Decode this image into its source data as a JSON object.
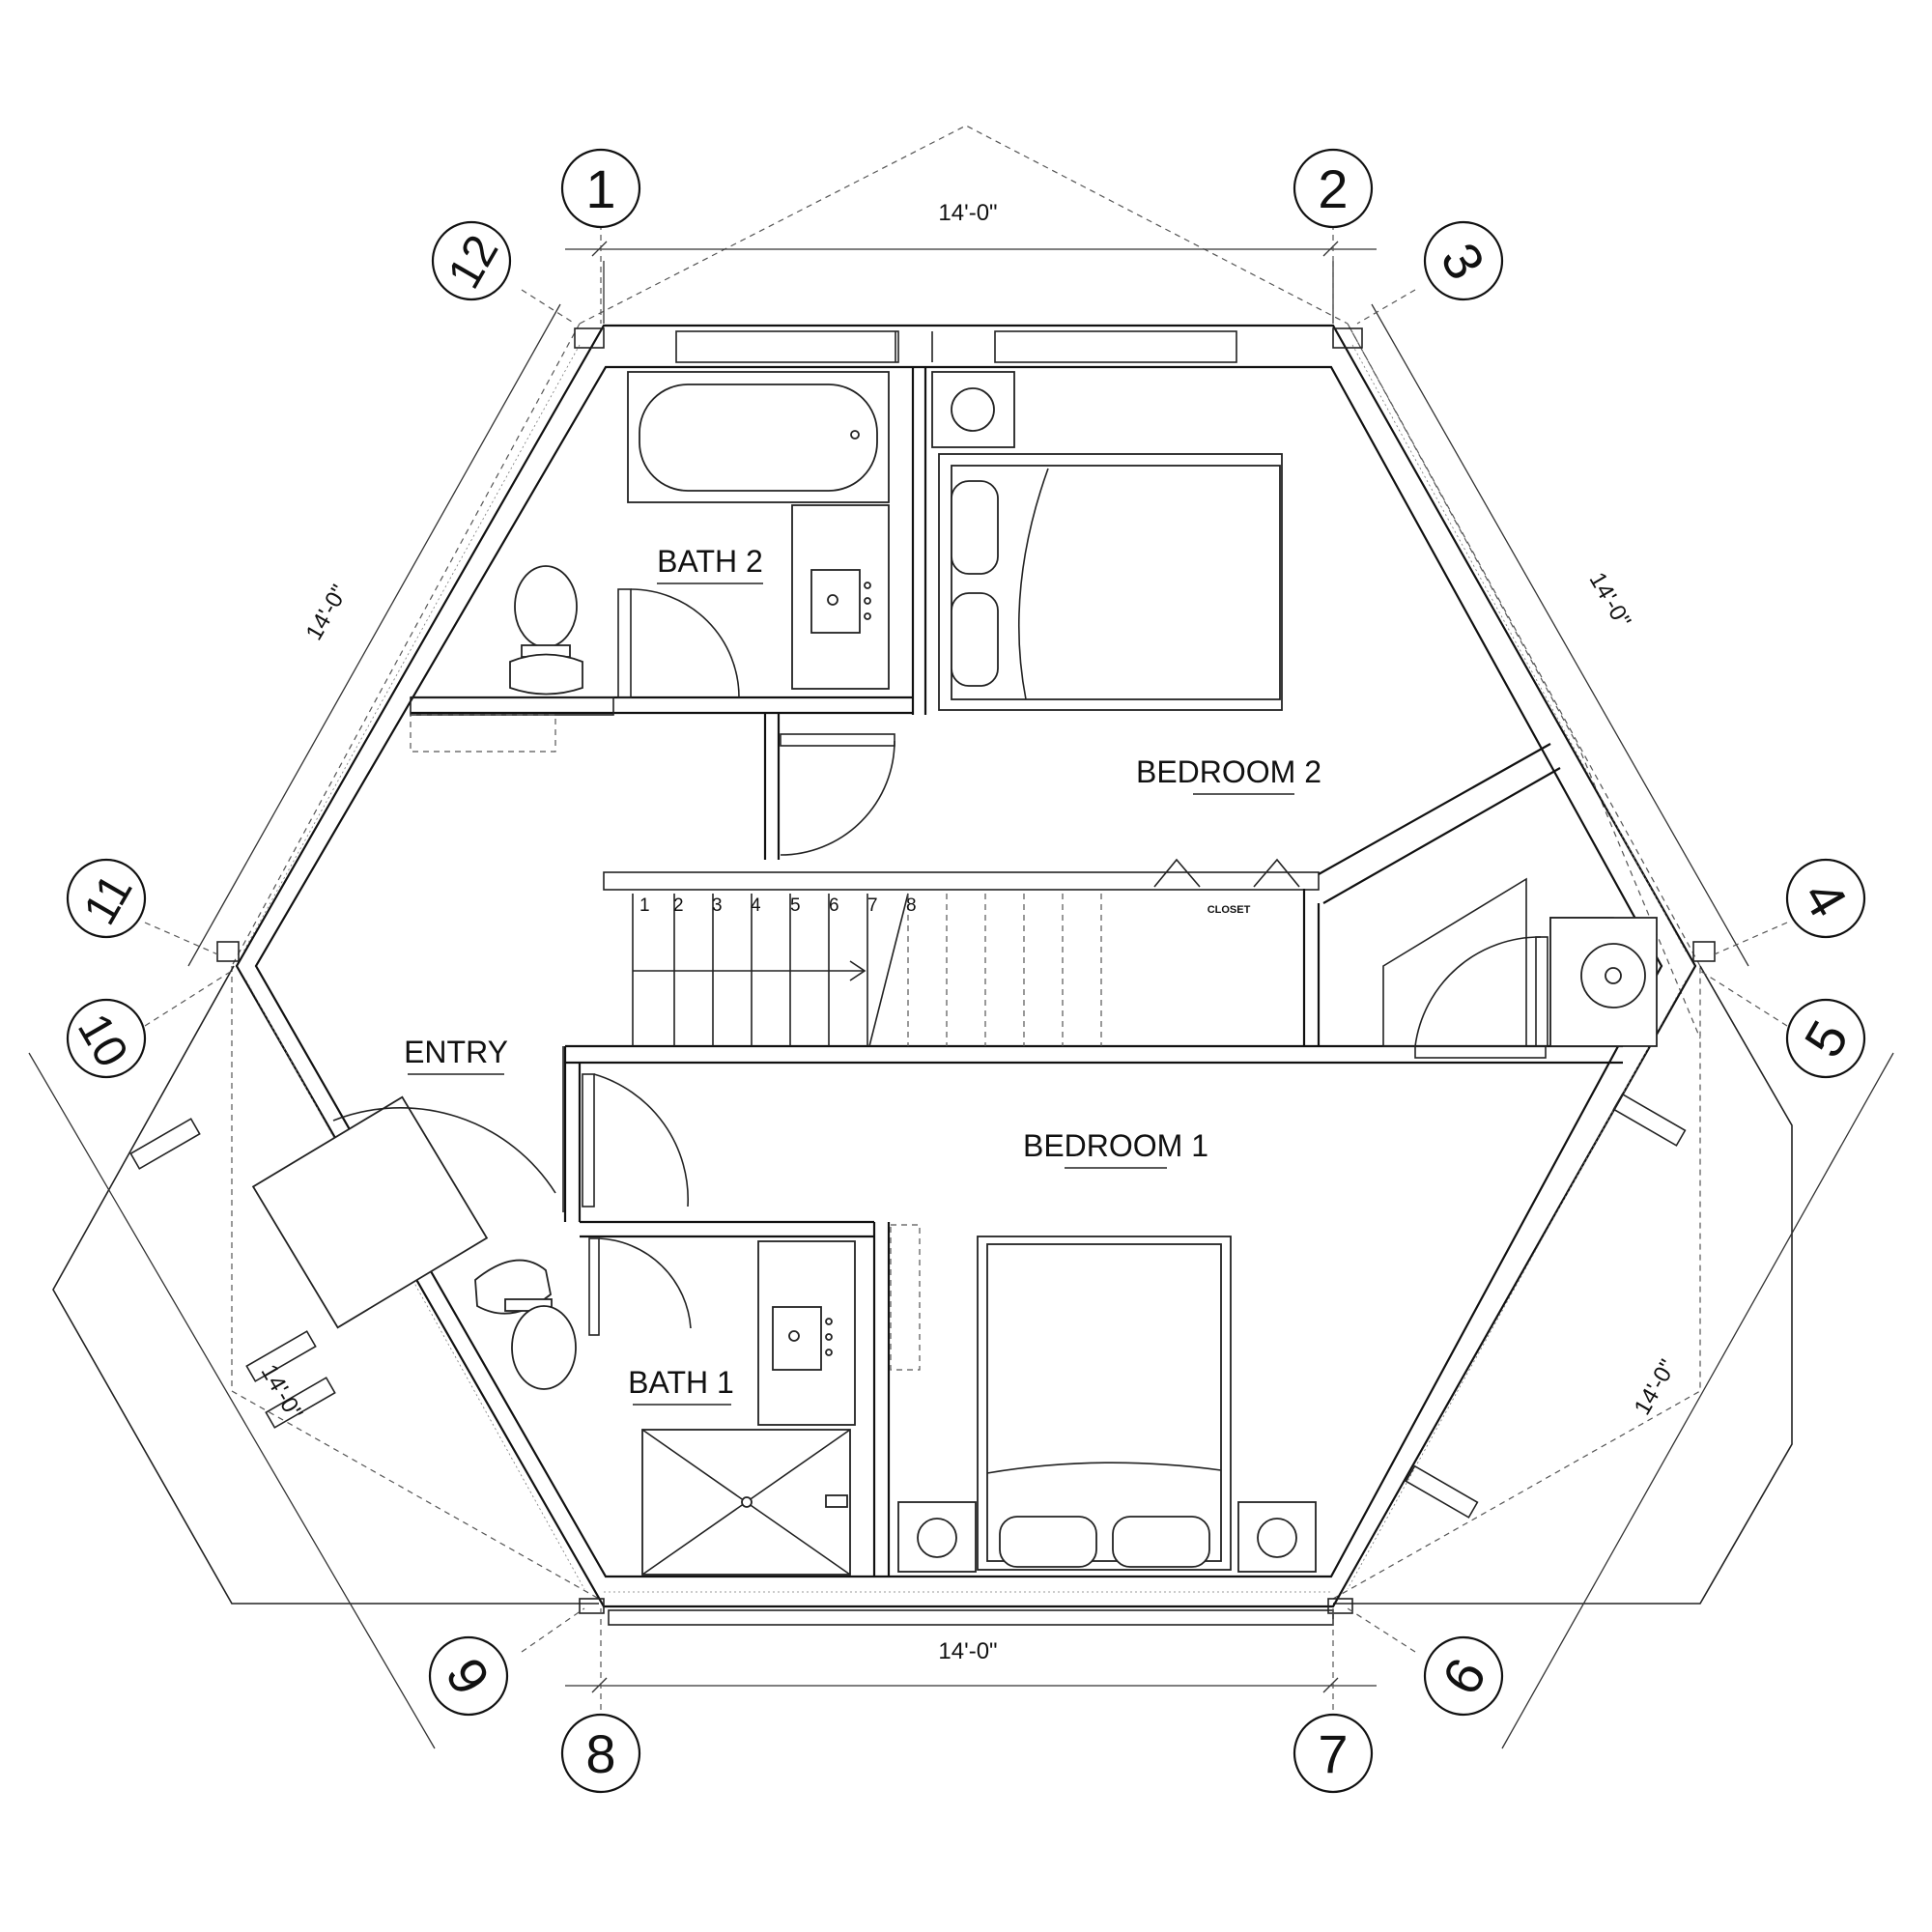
{
  "rooms": {
    "bath2": "BATH 2",
    "bedroom2": "BEDROOM 2",
    "entry": "ENTRY",
    "bedroom1": "BEDROOM 1",
    "bath1": "BATH 1",
    "closet": "CLOSET"
  },
  "dimensions": {
    "top": "14'-0\"",
    "bottom": "14'-0\"",
    "upper_left": "14'-0\"",
    "upper_right": "14'-0\"",
    "lower_left": "14'-0\"",
    "lower_right": "14'-0\""
  },
  "stairs": {
    "steps": [
      "1",
      "2",
      "3",
      "4",
      "5",
      "6",
      "7",
      "8"
    ]
  },
  "grid_markers": {
    "m1": "1",
    "m2": "2",
    "m3": "3",
    "m4": "4",
    "m5": "5",
    "m6": "6",
    "m7": "7",
    "m8": "8",
    "m9": "9",
    "m10": "10",
    "m11": "11",
    "m12": "12"
  },
  "colors": {
    "line": "#111111",
    "background": "#ffffff"
  }
}
